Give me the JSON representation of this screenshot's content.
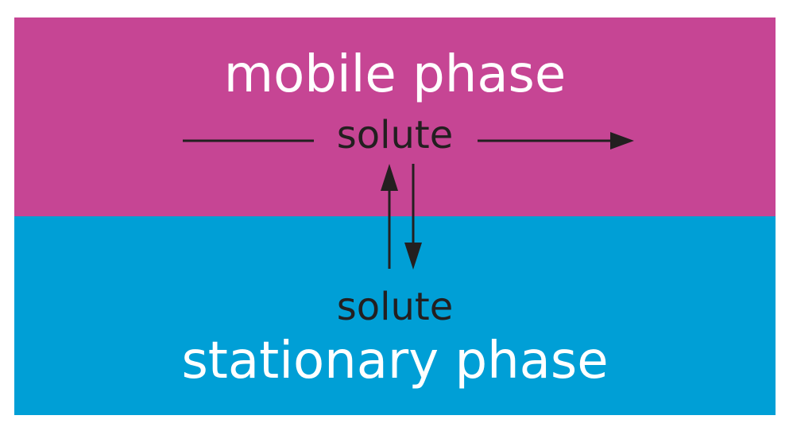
{
  "diagram": {
    "mobile_phase": {
      "label": "mobile phase",
      "solute_label": "solute",
      "color": "#c64594"
    },
    "stationary_phase": {
      "label": "stationary phase",
      "solute_label": "solute",
      "color": "#009fd6"
    },
    "arrow_color": "#231f20",
    "text_color": "#ffffff"
  }
}
